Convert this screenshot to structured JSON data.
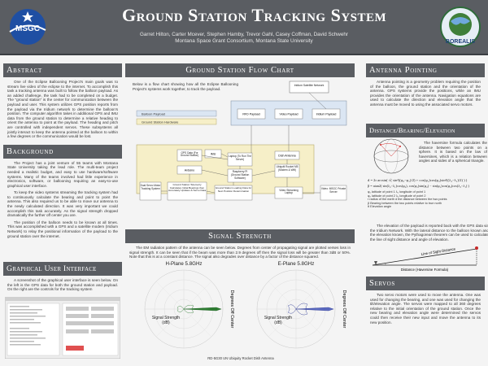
{
  "title": "Ground Station Tracking System",
  "authors": "Garret Hilton, Carter Mcever, Stephen Hamby, Trevor Gahl, Casey Coffman, David Schwehr",
  "affiliation": "Montana Space Grant Consortium, Montana State University",
  "logos": {
    "left": "MSGC",
    "right": "BOREALIS"
  },
  "abstract": {
    "heading": "Abstract",
    "text": "One of the Eclipse Ballooning Project's main goals was to stream live video of the eclipse to the internet. To accomplish this task a tracking antenna was built to follow the balloon payload. As an added challenge, the task had to be completed on a budget. The \"ground station\" is the center for communication between the payload and user. This system utilizes GPS position reports from the payload via the Iridium network to determine the balloon's position. The computer algorithm takes in additional GPS and IMU data from the ground station to determine a relative heading to orient the antenna to point at the payload. The heading and pitch are controlled with independent servos. These subsystems all jointly interact to keep the antenna pointed at the balloon to within a few degrees or the communication would be lost."
  },
  "background": {
    "heading": "Background",
    "p1": "The Project has a joint venture of 55 teams with Montana State University taking the lead role. The multi-team project needed a realistic budget, and easy to use hardware/software systems. Many of the teams involved had little experience in electronics, software, or ballooning requiring an easy-to-use graphical user interface.",
    "p2": "To keep the video systems streaming the tracking system had to continuously calculate the bearing and point to point the antenna. This also required us to be able to move our antenna to the newly calculated direction. It was very important we could accomplish this task accurately. As the signal strength dropped dramatically the further off center you are.",
    "p3": "The position of the balloon needs to be known at all times. This was accomplished with a GPS and a satellite modem (Iridium Network) to relay the positional information of the payload to the ground station over the internet."
  },
  "gui": {
    "heading": "Graphical User Interface",
    "text": "A screenshot of the graphical user interface is seen below. On the left is the GPS data for both the ground station and payload. On the right are the controls for the tracking system"
  },
  "flowchart": {
    "heading": "Ground Station Flow Chart",
    "intro": "Below is a flow chart showing how all the Eclipse Ballooning Project's systems work together, to track the payload.",
    "legend": [
      "Balloon Payload",
      "Ground Station Hardware"
    ],
    "nodes": {
      "network": "Iridium Satellite Network",
      "rfd": "RFD Payload",
      "video_payload": "Video Payload",
      "iridium_payload": "Iridium Payload",
      "gps_data": "GPS Data (For Ground Station)",
      "imu": "IMU",
      "laptop": "Laptop (To Run The Server)",
      "arduino": "Arduino",
      "raspberry": "Raspberry Pi (Ground Station Software)",
      "dish": "Dish Antenna",
      "ubiquiti": "Ubiquiti Rocket M5 (Modem & Wifi)",
      "drivers": "Dual Servo Motor Tracking System",
      "accurate": "Ground Station Telemetry Calculates Initial Bearings then Accurately Updates & Servo Data",
      "feedback": "Ground Station Loading Data for Next Position Determination",
      "video_stream": "Video Streaming Laptop",
      "internet": "Video: MSGC Private Server"
    }
  },
  "signal": {
    "heading": "Signal Strength",
    "text": "The EM radiation pattern of the antenna can be seen below. Degrees from center of propagating signal are plotted verses loss in signal strength. It can be seen that if the beam was more than 2.9 degrees off then the signal loss will be greater than 3dB or 50%. Note that this is at a constant distance. The signal also degrades over distance by a factor of the distance squared.",
    "plot_left_title": "H-Plane 5.8GHz",
    "plot_right_title": "E-Plane 5.8GHz",
    "left_label": "Signal Strength (dB)",
    "right_label": "Degrees Off Center",
    "caption": "RD-5G30 UN Ubiquity Rocket Dish Antenna"
  },
  "pointing": {
    "heading": "Antenna Pointing",
    "text": "Antenna pointing is a geometry problem requiring the position of the balloon, the ground station and the orientation of the antenna. GPS systems provide the positions, while an IMU provides the orientation of the antenna. Navigation equations are used to calculate the direction and elevation angle that the antenna must be moved to using the associated servo motors."
  },
  "distance": {
    "heading": "Distance/Bearing/Elevation",
    "text": "The haversine formula calculates the distance between two points on a sphere. It is based on the law of haversines, which is a relation between angles and sides of a spherical triangle.",
    "formula_d": "d = 2r arcsin( √( sin²((φ₂−φ₁)/2) + cos(φ₁)cos(φ₂)sin²((λ₂−λ₁)/2) ) )",
    "formula_b": "β = atan2( sin(λ₂−λ₁)cos(φ₂), cos(φ₁)sin(φ₂) − sin(φ₁)cos(φ₂)cos(λ₂−λ₁) )",
    "variables": [
      "φ₁ latitude of point 1   λ₁ longitude of point 1",
      "φ₂ latitude of point 2   λ₂ longitude of point 2",
      "r radius of the earth   d the distance between the two points",
      "β Bearing between the two points relative to true north",
      "θ Elevation angle"
    ],
    "elevation_text": "The elevation of the payload is reported back with the GPS data via the Iridium Network. With the lateral distance to the balloon known and the elevation known, the Pythagorean theorem can be used to calculate the line of sight distance and angle of elevation.",
    "los_label": "Line of Sight Distance",
    "base_label": "Distance (Haversine Formula)"
  },
  "servos": {
    "heading": "Servos",
    "text": "Two servo motors were used to move the antenna. One was used for changing the bearing, and one was used for changing the tilt/elevation angle. The servos were mapped to all 360 degrees relative to the initial orientation of the ground station. Once the new bearing and elevation angle were determined the servos could then receive their new input and move the antenna to its new position."
  }
}
